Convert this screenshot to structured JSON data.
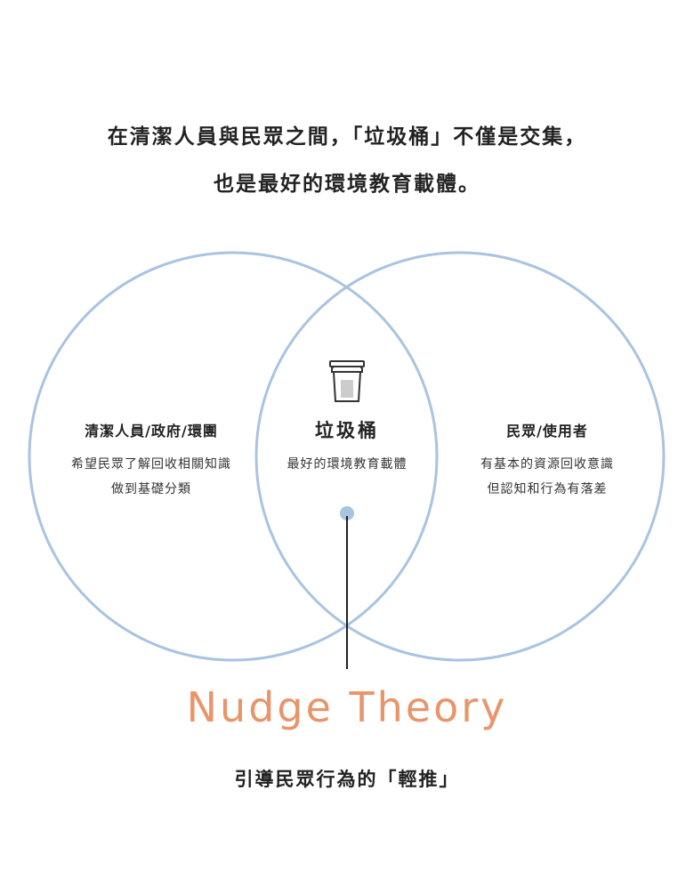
{
  "headline": {
    "line1": "在清潔人員與民眾之間，「垃圾桶」不僅是交集，",
    "line2": "也是最好的環境教育載體。"
  },
  "venn": {
    "left": {
      "title": "清潔人員/政府/環團",
      "desc_line1": "希望民眾了解回收相關知識",
      "desc_line2": "做到基礎分類"
    },
    "center": {
      "icon": "trash-bin-icon",
      "title": "垃圾桶",
      "desc": "最好的環境教育載體"
    },
    "right": {
      "title": "民眾/使用者",
      "desc_line1": "有基本的資源回收意識",
      "desc_line2": "但認知和行為有落差"
    }
  },
  "footer": {
    "title": "Nudge Theory",
    "subtitle": "引導民眾行為的「輕推」"
  },
  "colors": {
    "circle_stroke": "#a9c3e2",
    "accent_orange": "#e8956a",
    "dot": "#a9c3e2",
    "line": "#222222"
  }
}
